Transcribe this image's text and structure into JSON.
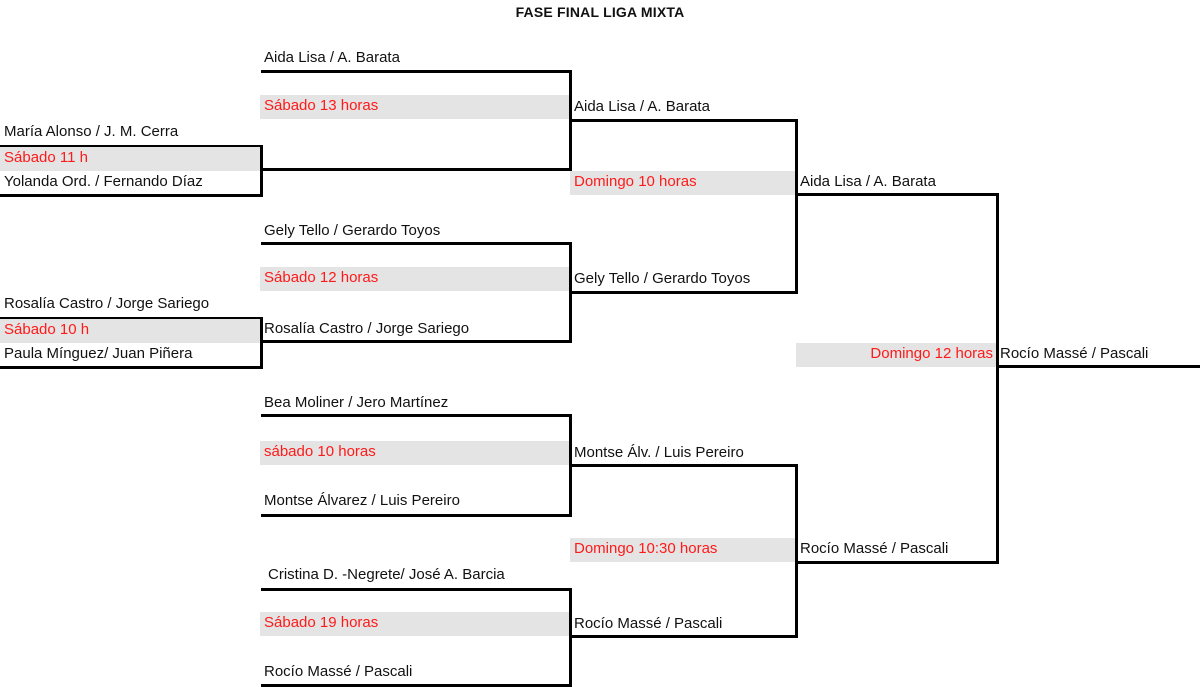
{
  "title": "FASE FINAL LIGA MIXTA",
  "colors": {
    "time_text": "#ff1a1a",
    "time_band": "#e4e4e4",
    "line": "#000000"
  },
  "preliminary": [
    {
      "team_a": "María Alonso / J. M. Cerra",
      "time": "Sábado 11 h",
      "team_b": "Yolanda Ord. / Fernando Díaz"
    },
    {
      "team_a": "Rosalía Castro / Jorge Sariego",
      "time": "Sábado 10 h",
      "team_b": "Paula Mínguez/ Juan Piñera"
    }
  ],
  "quarterfinals": [
    {
      "team_a": "Aida Lisa / A. Barata",
      "time": "Sábado 13 horas",
      "team_b": "",
      "winner": "Aida Lisa / A. Barata"
    },
    {
      "team_a": "Gely Tello / Gerardo Toyos",
      "time": "Sábado 12 horas",
      "team_b": "Rosalía Castro / Jorge Sariego",
      "winner": "Gely Tello / Gerardo Toyos"
    },
    {
      "team_a": "Bea Moliner / Jero Martínez",
      "time": "sábado 10 horas",
      "team_b": "Montse Álvarez / Luis Pereiro",
      "winner": "Montse Álv. / Luis Pereiro"
    },
    {
      "team_a": "Cristina D. -Negrete/ José A. Barcia",
      "time": "Sábado 19 horas",
      "team_b": "Rocío Massé / Pascali",
      "winner": "Rocío Massé / Pascali"
    }
  ],
  "semifinals": [
    {
      "time": "Domingo 10 horas",
      "winner": "Aida Lisa / A. Barata"
    },
    {
      "time": "Domingo 10:30 horas",
      "winner": "Rocío Massé / Pascali"
    }
  ],
  "final": {
    "time": "Domingo 12 horas",
    "champion": "Rocío Massé / Pascali"
  }
}
